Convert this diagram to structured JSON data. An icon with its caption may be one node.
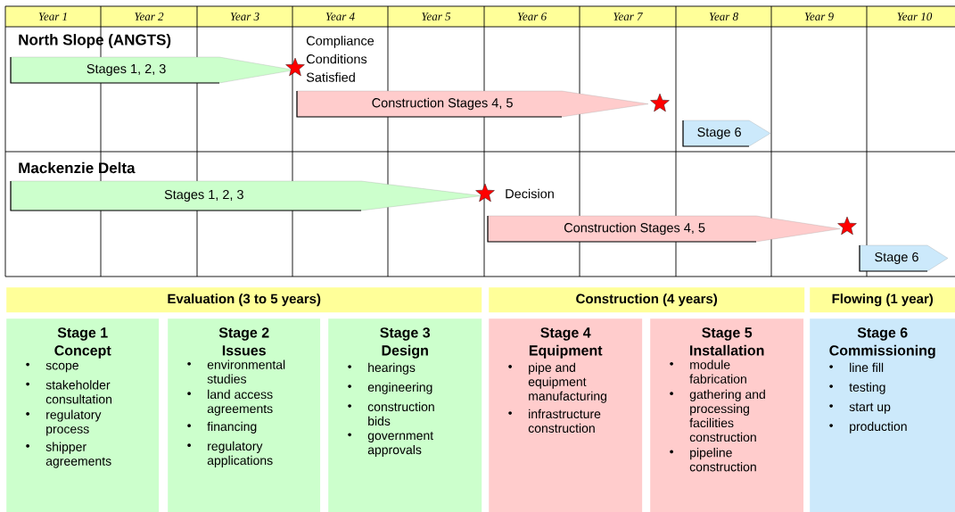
{
  "diagram": {
    "nodes": [
      {
        "text": [
          "Stages 1, 2, 3"
        ]
      },
      {
        "text": [
          "Construction Stages 4, 5"
        ]
      },
      {
        "text": [
          "Stage 6"
        ]
      },
      {
        "text": [
          "Stages 1, 2, 3"
        ]
      },
      {
        "text": [
          "Construction Stages 4, 5"
        ]
      },
      {
        "text": [
          "Stage 6"
        ]
      },
      {
        "text": [
          "Evaluation (3 to 5 years)"
        ]
      },
      {
        "text": [
          "Construction (4 years)"
        ]
      },
      {
        "text": [
          "Flowing (1 year)"
        ]
      },
      {
        "text": [
          "Stage 1 Concept",
          "scope",
          "stakeholder consultation",
          "regulatory process",
          "shipper agreements"
        ]
      },
      {
        "text": [
          "Stage 2 Issues",
          "environmental studies",
          "land access agreements",
          "financing",
          "regulatory applications"
        ]
      },
      {
        "text": [
          "Stage 3 Design",
          "hearings",
          "engineering",
          "construction bids",
          "government approvals"
        ]
      },
      {
        "text": [
          "Stage 4 Equipment",
          "pipe and equipment manufacturing",
          "infrastructure construction"
        ]
      },
      {
        "text": [
          "Stage 5 Installation",
          "module fabrication",
          "gathering and processing facilities construction",
          "pipeline construction"
        ]
      },
      {
        "text": [
          "Stage 6 Commissioning",
          "line fill",
          "testing",
          "start up",
          "production"
        ]
      }
    ],
    "labels": [
      "Year 1",
      "Year 2",
      "Year 3",
      "Year 4",
      "Year 5",
      "Year 6",
      "Year 7",
      "Year 8",
      "Year 9",
      "Year 10",
      "North Slope (ANGTS)",
      "Compliance Conditions Satisfied",
      "Mackenzie Delta",
      "Decision"
    ]
  }
}
